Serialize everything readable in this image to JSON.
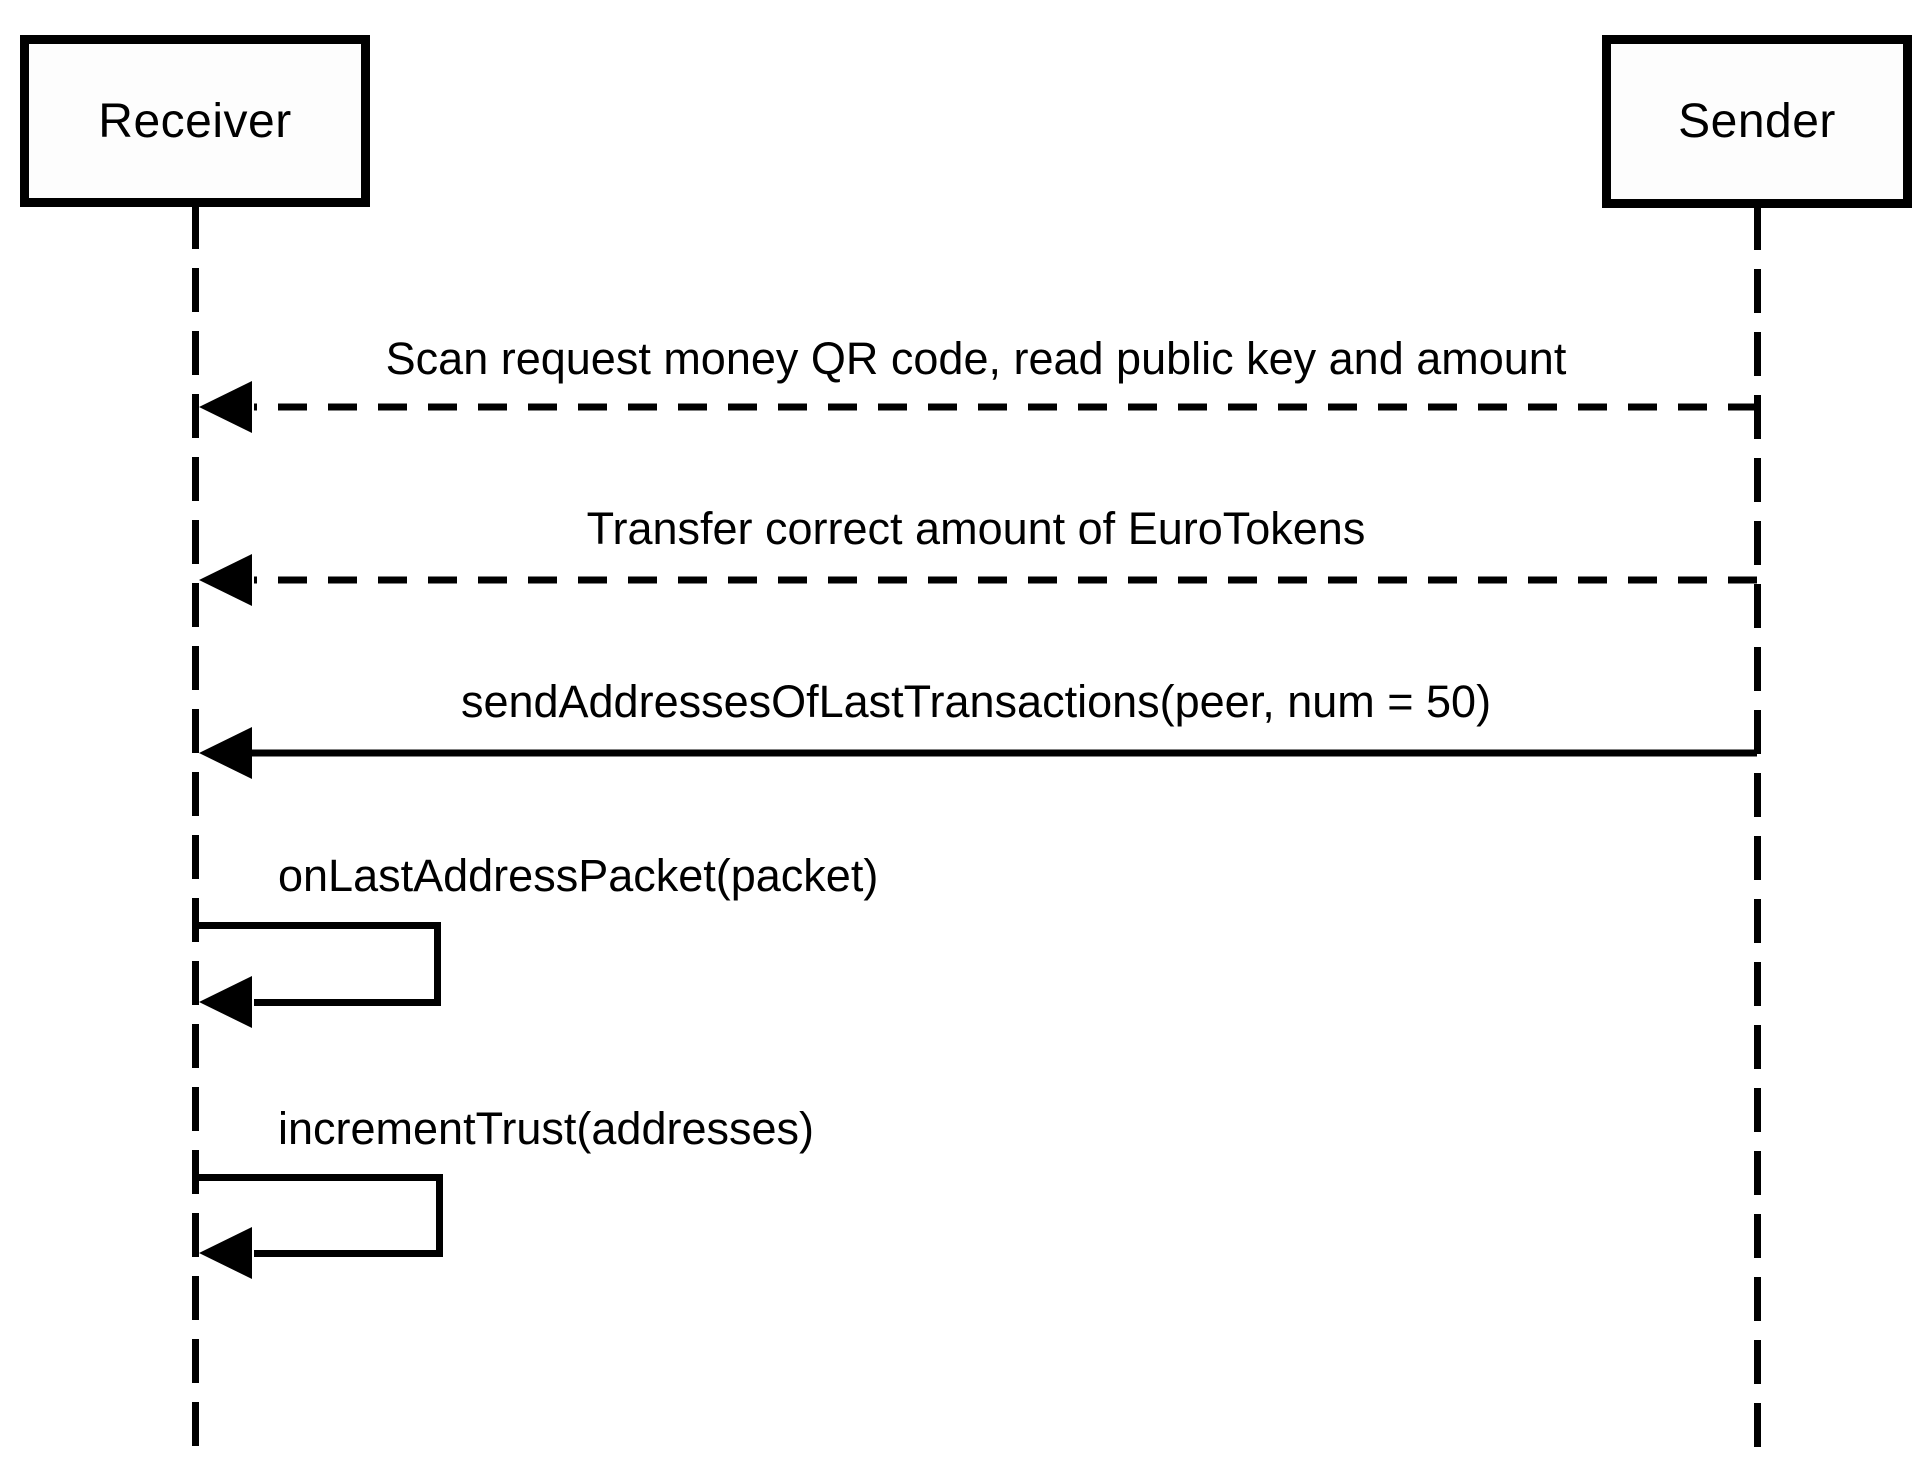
{
  "diagram": {
    "type": "uml-sequence",
    "background_color": "#ffffff",
    "line_color": "#000000",
    "actors": [
      {
        "id": "receiver",
        "label": "Receiver"
      },
      {
        "id": "sender",
        "label": "Sender"
      }
    ],
    "messages": [
      {
        "label": "Scan request money QR code, read public key and amount",
        "from": "sender",
        "to": "receiver",
        "line_style": "dashed",
        "arrow": "filled-left"
      },
      {
        "label": "Transfer correct amount of EuroTokens",
        "from": "sender",
        "to": "receiver",
        "line_style": "dashed",
        "arrow": "filled-left"
      },
      {
        "label": "sendAddressesOfLastTransactions(peer, num = 50)",
        "from": "sender",
        "to": "receiver",
        "line_style": "solid",
        "arrow": "filled-left"
      },
      {
        "label": "onLastAddressPacket(packet)",
        "from": "receiver",
        "to": "receiver",
        "line_style": "self-loop",
        "arrow": "filled-left"
      },
      {
        "label": "incrementTrust(addresses)",
        "from": "receiver",
        "to": "receiver",
        "line_style": "self-loop",
        "arrow": "filled-left"
      }
    ]
  }
}
